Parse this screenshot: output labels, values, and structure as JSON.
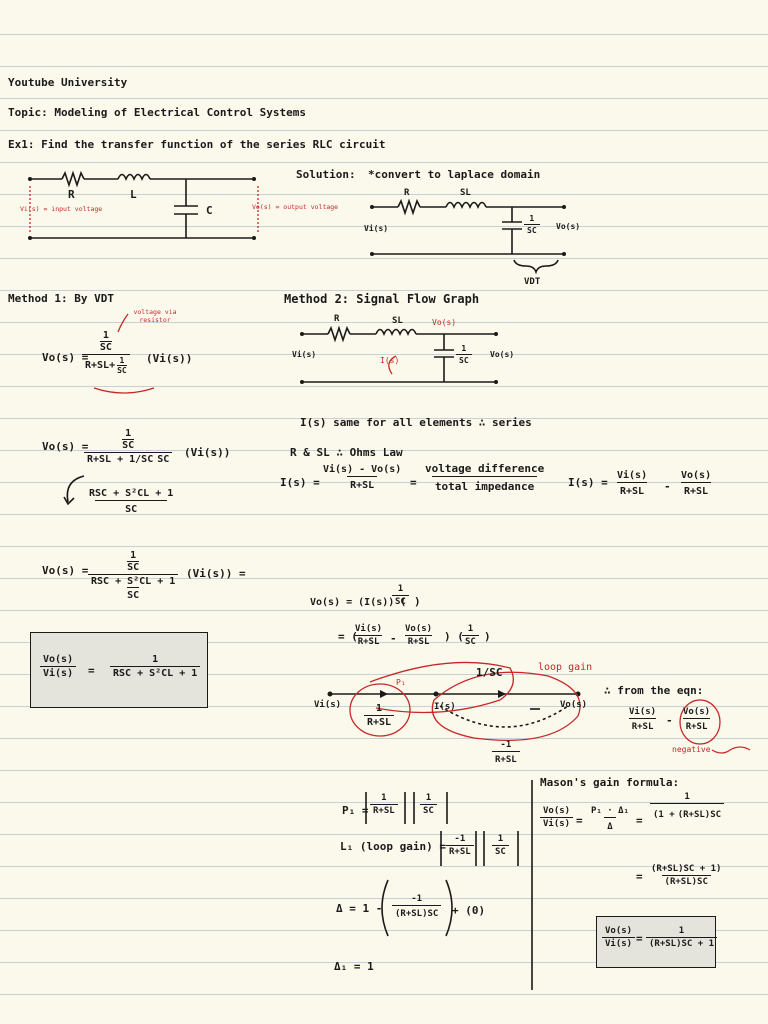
{
  "header": {
    "brand": "Youtube University",
    "topic": "Topic: Modeling of Electrical Control Systems",
    "example": "Ex1: Find the transfer function of the series RLC circuit"
  },
  "circuit1": {
    "r": "R",
    "l": "L",
    "c": "C",
    "vin": "Vi(s) = input voltage",
    "vout": "Vo(s) = output voltage"
  },
  "solution": {
    "label": "Solution:",
    "step": "*convert to laplace domain",
    "r": "R",
    "sl": "SL",
    "cap_n": "1",
    "cap_d": "SC",
    "vi": "Vi(s)",
    "vo": "Vo(s)",
    "vdt": "VDT"
  },
  "method1": {
    "title": "Method 1: By VDT",
    "note": "voltage via resistor",
    "vo": "Vo(s) =",
    "f1_num_n": "1",
    "f1_num_d": "SC",
    "f1_den": "R+SL+",
    "f1_den_n": "1",
    "f1_den_d": "SC",
    "vi": "(Vi(s))",
    "f2_n": "1",
    "f2_d": "SC",
    "f2_den": "R+SL + 1/SC",
    "f2_sc": "SC",
    "f2_simp_n": "RSC + S²CL + 1",
    "f2_simp_d": "SC",
    "f3_n": "1",
    "f3_n_d": "SC",
    "f3_d": "RSC + S²CL + 1",
    "f3_dd": "SC",
    "f3_eq": "(Vi(s)) =",
    "res_lhs_n": "Vo(s)",
    "res_lhs_d": "Vi(s)",
    "res_eq": "=",
    "res_n": "1",
    "res_d": "RSC + S²CL + 1"
  },
  "method2": {
    "title": "Method 2: Signal Flow Graph",
    "r": "R",
    "sl": "SL",
    "vos": "Vo(s)",
    "cap_n": "1",
    "cap_d": "SC",
    "vi": "Vi(s)",
    "is": "I(s)",
    "vo": "Vo(s)",
    "note1": "I(s) same for all elements ∴ series",
    "note2": "R & SL ∴ Ohms Law",
    "is_eq": "I(s) =",
    "num": "Vi(s) - Vo(s)",
    "den": "R+SL",
    "eq": "=",
    "wnum": "voltage difference",
    "wden": "total impedance",
    "is_eq2": "I(s) =",
    "t1n": "Vi(s)",
    "t1d": "R+SL",
    "minus": "-",
    "t2n": "Vo(s)",
    "t2d": "R+SL"
  },
  "vo_step": {
    "line1_lhs": "Vo(s) = (I(s)) (",
    "line1_n": "1",
    "line1_d": "SC",
    "line1_close": ")",
    "l2_eq": "= (",
    "l2_a_n": "Vi(s)",
    "l2_a_d": "R+SL",
    "l2_m": "-",
    "l2_b_n": "Vo(s)",
    "l2_b_d": "R+SL",
    "l2_mid": ") (",
    "l2_c_n": "1",
    "l2_c_d": "SC",
    "l2_close": ")"
  },
  "sfg": {
    "gain_top": "1/SC",
    "loop_label": "loop gain",
    "p1": "P₁",
    "vi": "Vi(s)",
    "is": "I(s)",
    "vo": "Vo(s)",
    "g1_n": "1",
    "g1_d": "R+SL",
    "fb_n": "-1",
    "fb_d": "R+SL",
    "from_eqn": "∴ from the eqn:",
    "fe_a_n": "Vi(s)",
    "fe_a_d": "R+SL",
    "fe_m": "-",
    "fe_b_n": "Vo(s)",
    "fe_b_d": "R+SL",
    "negative": "negative"
  },
  "mason_calc": {
    "p1": "P₁ =",
    "p1_a_n": "1",
    "p1_a_d": "R+SL",
    "p1_b_n": "1",
    "p1_b_d": "SC",
    "l1": "L₁ (loop gain) =",
    "l1_a_n": "-1",
    "l1_a_d": "R+SL",
    "l1_b_n": "1",
    "l1_b_d": "SC",
    "delta": "Δ = 1 -",
    "delta_n": "-1",
    "delta_d": "(R+SL)SC",
    "delta_tail": "+ (0)",
    "delta1": "Δ₁ = 1"
  },
  "mason": {
    "title": "Mason's gain formula:",
    "lhs_n": "Vo(s)",
    "lhs_d": "Vi(s)",
    "eq": "=",
    "p_n": "P₁ · Δ₁",
    "p_d": "Δ",
    "eq2": "=",
    "r_n": "1",
    "r_d_a": "(1 +",
    "r_d_b": "(R+SL)SC",
    "eq3": "=",
    "s_n": "(R+SL)SC + 1)",
    "s_d": "(R+SL)SC",
    "box_lhs_n": "Vo(s)",
    "box_lhs_d": "Vi(s)",
    "box_eq": "=",
    "box_n": "1",
    "box_d": "(R+SL)SC + 1"
  }
}
